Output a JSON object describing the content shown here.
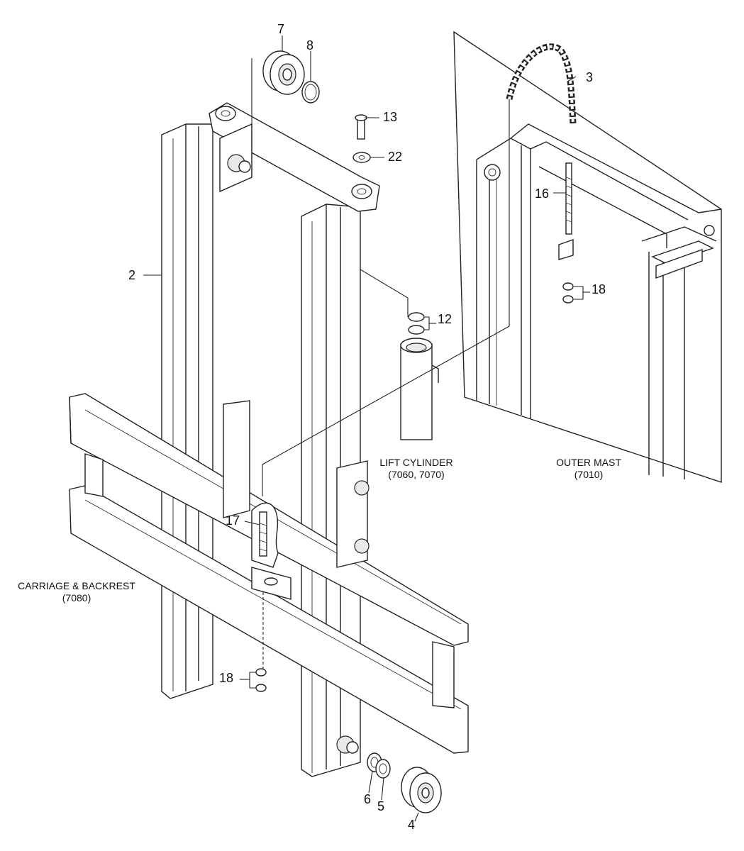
{
  "callouts": {
    "c2": "2",
    "c3": "3",
    "c4": "4",
    "c5": "5",
    "c6": "6",
    "c7": "7",
    "c8": "8",
    "c12": "12",
    "c13": "13",
    "c16": "16",
    "c17": "17",
    "c18_upper": "18",
    "c18_lower": "18",
    "c22": "22"
  },
  "captions": {
    "lift_cylinder": {
      "name": "LIFT CYLINDER",
      "code": "(7060, 7070)"
    },
    "outer_mast": {
      "name": "OUTER MAST",
      "code": "(7010)"
    },
    "carriage": {
      "name": "CARRIAGE & BACKREST",
      "code": "(7080)"
    }
  }
}
